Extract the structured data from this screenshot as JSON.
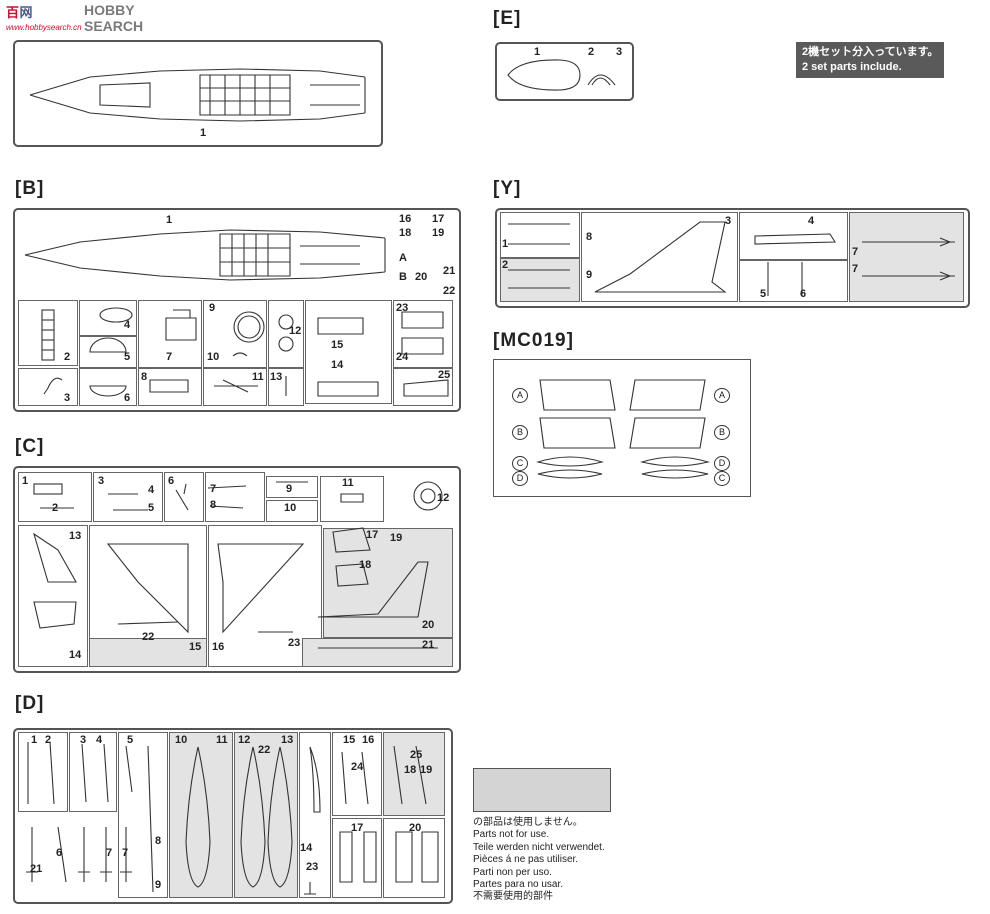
{
  "watermark": {
    "brand_a": "HOBBY",
    "brand_b": "SEARCH",
    "site_prefix": "百",
    "site_glyph": "网",
    "url": "www.hobbysearch.cn"
  },
  "sections": {
    "A": {
      "label": "",
      "parts": [
        "1"
      ]
    },
    "E": {
      "label": "[E]",
      "parts": [
        "1",
        "2",
        "3"
      ]
    },
    "B": {
      "label": "[B]",
      "parts": [
        "1",
        "2",
        "3",
        "4",
        "5",
        "6",
        "7",
        "8",
        "9",
        "10",
        "11",
        "12",
        "13",
        "14",
        "15",
        "16",
        "17",
        "18",
        "19",
        "20",
        "21",
        "22",
        "23",
        "24",
        "25"
      ],
      "letters": [
        "A",
        "B"
      ]
    },
    "Y": {
      "label": "[Y]",
      "parts": [
        "1",
        "2",
        "3",
        "4",
        "5",
        "6",
        "7",
        "7",
        "8",
        "9"
      ]
    },
    "MC019": {
      "label": "[MC019]",
      "letters_left": [
        "A",
        "B",
        "C",
        "D"
      ],
      "letters_right": [
        "A",
        "B",
        "D",
        "C"
      ]
    },
    "C": {
      "label": "[C]",
      "parts": [
        "1",
        "2",
        "3",
        "4",
        "5",
        "6",
        "7",
        "8",
        "9",
        "10",
        "11",
        "12",
        "13",
        "14",
        "15",
        "16",
        "17",
        "18",
        "19",
        "20",
        "21",
        "22",
        "23"
      ]
    },
    "D": {
      "label": "[D]",
      "parts": [
        "1",
        "2",
        "3",
        "4",
        "5",
        "6",
        "7",
        "7",
        "8",
        "9",
        "10",
        "11",
        "12",
        "13",
        "14",
        "15",
        "16",
        "17",
        "18",
        "19",
        "20",
        "21",
        "22",
        "23",
        "24",
        "25"
      ]
    }
  },
  "note": {
    "line1": "2機セット分入っています。",
    "line2": "2 set parts include."
  },
  "legend": {
    "lines": [
      "の部品は使用しません。",
      "Parts not for use.",
      "Teile werden nicht verwendet.",
      "Pièces á ne pas utiliser.",
      "Parti non per uso.",
      "Partes para no usar.",
      "不需要使用的部件"
    ]
  },
  "colors": {
    "frame": "#555555",
    "unused_shade": "#e3e3e3",
    "note_bg": "#5a5a5a",
    "watermark_red": "#c8102e"
  }
}
